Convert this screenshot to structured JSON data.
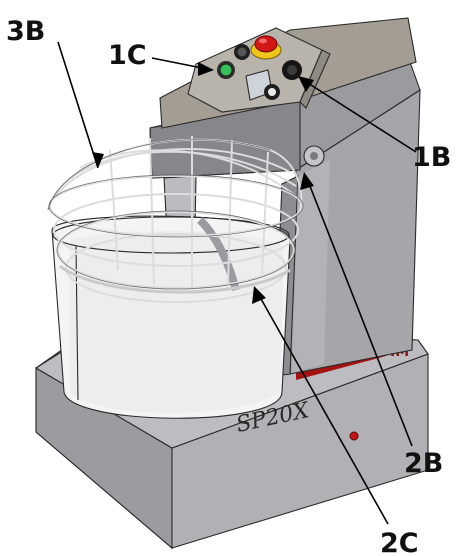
{
  "figure": {
    "model_label": "SP20X",
    "brand_fragment": "IM",
    "colors": {
      "body_gray": "#a9a9ad",
      "body_dark": "#7e7e82",
      "panel_top": "#a39d94",
      "bowl_white": "#f4f4f4",
      "stripe_red": "#a51212",
      "estop_red": "#d21616",
      "estop_yellow": "#f0c419"
    }
  },
  "callouts": [
    {
      "id": "3B",
      "label": "3B",
      "points_to": "bowl guard grid"
    },
    {
      "id": "1C",
      "label": "1C",
      "points_to": "start button"
    },
    {
      "id": "1B",
      "label": "1B",
      "points_to": "control knob"
    },
    {
      "id": "2B",
      "label": "2B",
      "points_to": "guard hinge"
    },
    {
      "id": "2C",
      "label": "2C",
      "points_to": "bowl guard rim"
    }
  ]
}
